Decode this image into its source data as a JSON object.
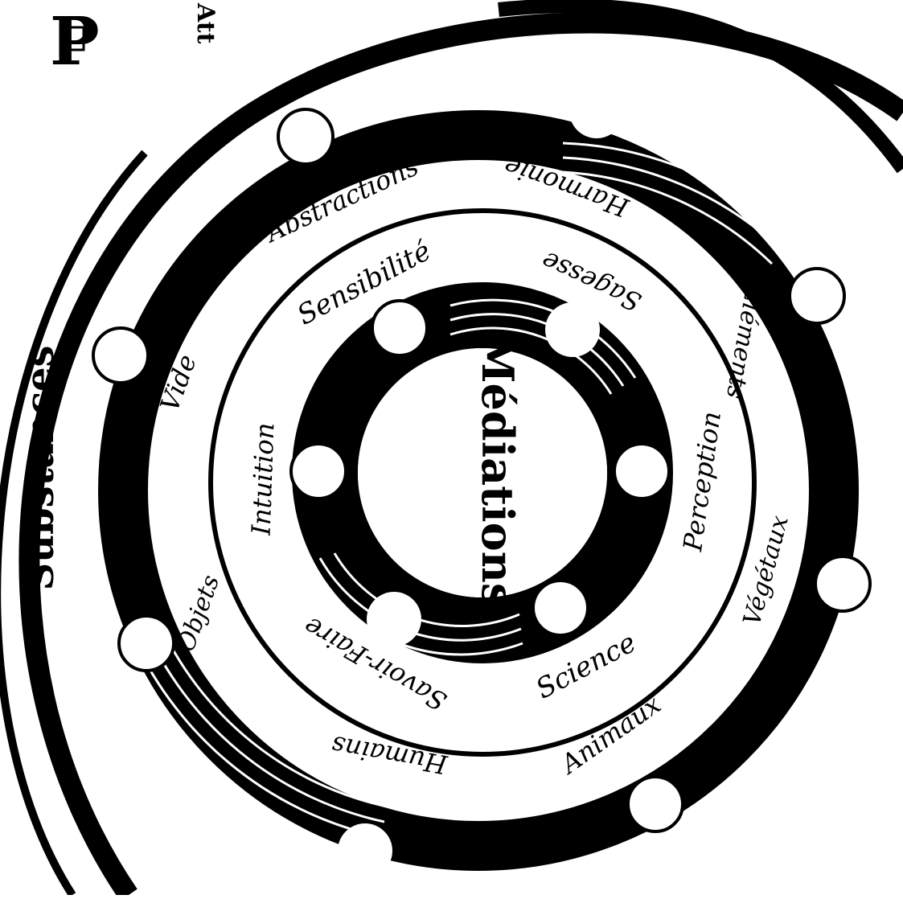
{
  "diagram": {
    "center_title": "Médiations",
    "outer_title": "Substances",
    "corner_letter": "P",
    "corner_text_partial": "Att",
    "inner_ring_labels": [
      "Sensibilité",
      "Sagesse",
      "Perception",
      "Science",
      "Savoir-Faire",
      "Intuition"
    ],
    "middle_ring_labels": [
      "Abstractions",
      "Harmonie",
      "Éléments",
      "Végétaux",
      "Animaux",
      "Humains",
      "Objets",
      "Vide"
    ],
    "colors": {
      "ink": "#000000",
      "paper": "#ffffff"
    }
  }
}
